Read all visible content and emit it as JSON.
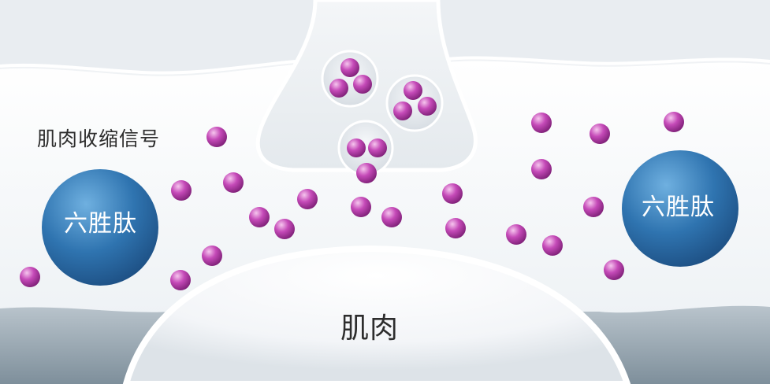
{
  "labels": {
    "signal": "肌肉收缩信号",
    "muscle": "肌肉",
    "peptide_left": "六胜肽",
    "peptide_right": "六胜肽"
  },
  "colors": {
    "background_top": "#eef1f4",
    "cell_fill": "#f4f6f8",
    "tissue_dark": "#8b9aa5",
    "peptide_blue": "#2f74b0",
    "molecule_magenta": "#a8339e",
    "text_dark": "#2d2d2d"
  }
}
